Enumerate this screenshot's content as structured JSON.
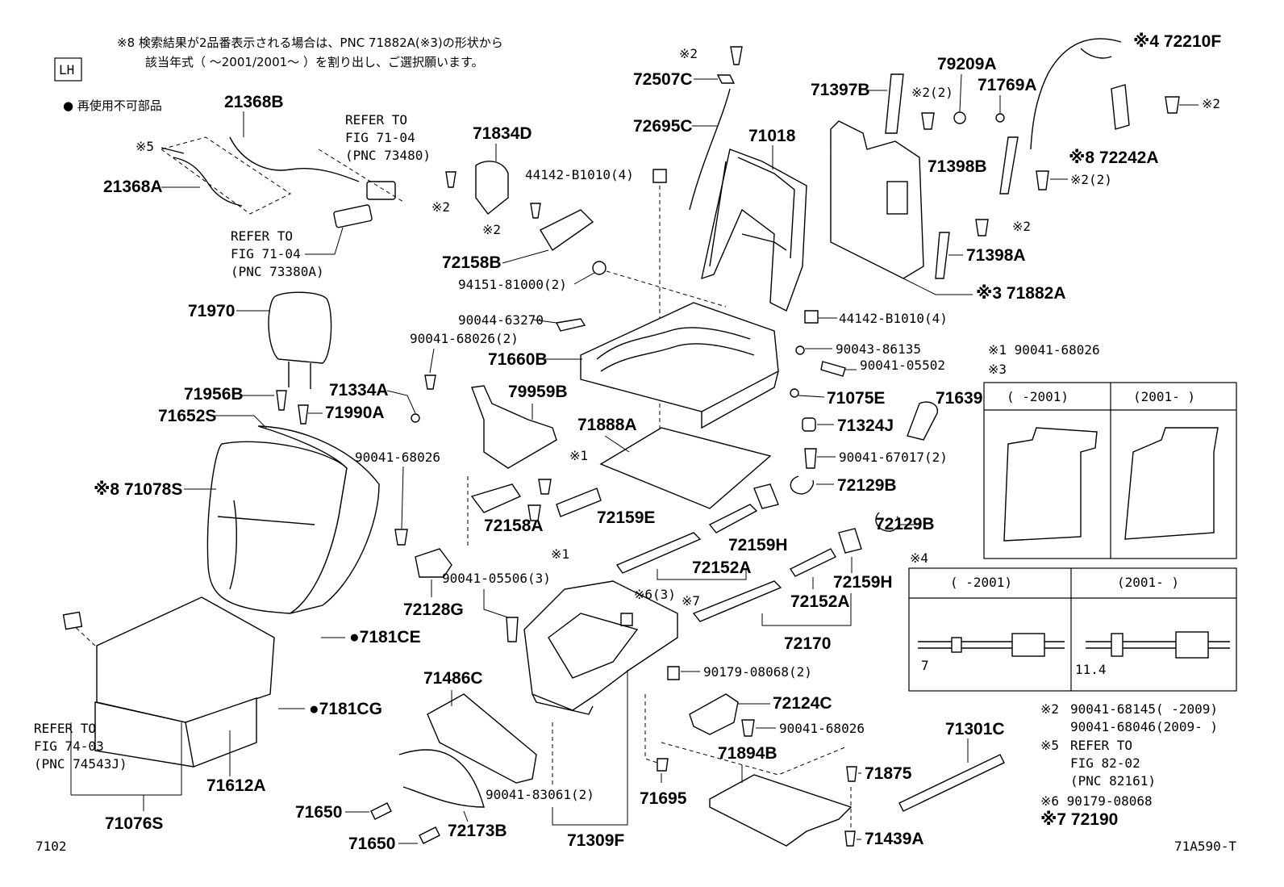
{
  "header": {
    "lh_badge": "LH",
    "note8_line1": "※8  検索結果が2品番表示される場合は、PNC 71882A(※3)の形状から",
    "note8_line2": "該当年式（ ～2001/2001～ ）を割り出し、ご選択願います。",
    "non_reusable_legend": "● 再使用不可部品"
  },
  "footer": {
    "page_code_left": "7102",
    "page_code_right": "71A590-T"
  },
  "labels": {
    "p21368B": "21368B",
    "p21368A": "21368A",
    "m5": "※5",
    "ref1_a": "REFER TO",
    "ref1_b": "FIG 71-04",
    "ref1_c": "(PNC 73480)",
    "ref2_a": "REFER TO",
    "ref2_b": "FIG 71-04",
    "ref2_c": "(PNC 73380A)",
    "p71834D": "71834D",
    "m2_a": "※2",
    "m2_b": "※2",
    "p72158B": "72158B",
    "p44142_top": "44142-B1010(4)",
    "p94151": "94151-81000(2)",
    "m2_c": "※2",
    "p72507C": "72507C",
    "p72695C": "72695C",
    "p71018": "71018",
    "p71397B": "71397B",
    "m2_2_a": "※2(2)",
    "p79209A": "79209A",
    "p71769A": "71769A",
    "p71398B": "71398B",
    "m2_2_b": "※2(2)",
    "m2_d": "※2",
    "p71398A": "71398A",
    "p71882A": "※3 71882A",
    "m4_72210F": "※4  72210F",
    "m2_e": "※2",
    "p72242A": "※8 72242A",
    "p71970": "71970",
    "p90044": "90044-63270",
    "p90041_68026_2": "90041-68026(2)",
    "p71660B": "71660B",
    "p44142_mid": "44142-B1010(4)",
    "p90043": "90043-86135",
    "p90041_05502": "90041-05502",
    "p71075E": "71075E",
    "p71956B": "71956B",
    "p71334A": "71334A",
    "p79959B": "79959B",
    "p71888A": "71888A",
    "p71324J": "71324J",
    "p71639": "71639",
    "p71652S": "71652S",
    "p71990A": "71990A",
    "p90041_67017": "90041-67017(2)",
    "p71078S": "※8  71078S",
    "p90041_68026_a": "90041-68026",
    "m1_a": "※1",
    "p72129B_a": "72129B",
    "p72158A": "72158A",
    "p72159E": "72159E",
    "p72129B_b": "72129B",
    "m1_b": "※1",
    "p72159H_a": "72159H",
    "p72128G": "72128G",
    "p90041_05506": "90041-05506(3)",
    "p72152A_a": "72152A",
    "m6_3": "※6(3)",
    "m7": "※7",
    "p72159H_b": "72159H",
    "p72152A_b": "72152A",
    "p7181CE": "●7181CE",
    "p72170": "72170",
    "p90179": "90179-08068(2)",
    "p71486C": "71486C",
    "p72124C": "72124C",
    "p7181CG": "●7181CG",
    "p90041_68026_b": "90041-68026",
    "ref3_a": "REFER TO",
    "ref3_b": "FIG 74-03",
    "ref3_c": "(PNC 74543J)",
    "p71612A": "71612A",
    "p71894B": "71894B",
    "p71875": "71875",
    "p71301C": "71301C",
    "p90041_83061": "90041-83061(2)",
    "p71695": "71695",
    "p71650_a": "71650",
    "p72173B": "72173B",
    "p71076S": "71076S",
    "p71650_b": "71650",
    "p71309F": "71309F",
    "p71439A": "71439A"
  },
  "inset3": {
    "title": "※1  90041-68026",
    "subtitle": "※3",
    "col1": "(      -2001)",
    "col2": "(2001-      )"
  },
  "inset4": {
    "title": "※4",
    "col1": "(      -2001)",
    "col2": "(2001-      )",
    "dim1": "7",
    "dim2": "11.4"
  },
  "legend_notes": {
    "n2_label": "※2",
    "n2_line1": "90041-68145(       -2009)",
    "n2_line2": "90041-68046(2009-       )",
    "n5_label": "※5",
    "n5_line1": "REFER TO",
    "n5_line2": "FIG 82-02",
    "n5_line3": "(PNC 82161)",
    "n6": "※6  90179-08068",
    "n7": "※7  72190"
  }
}
